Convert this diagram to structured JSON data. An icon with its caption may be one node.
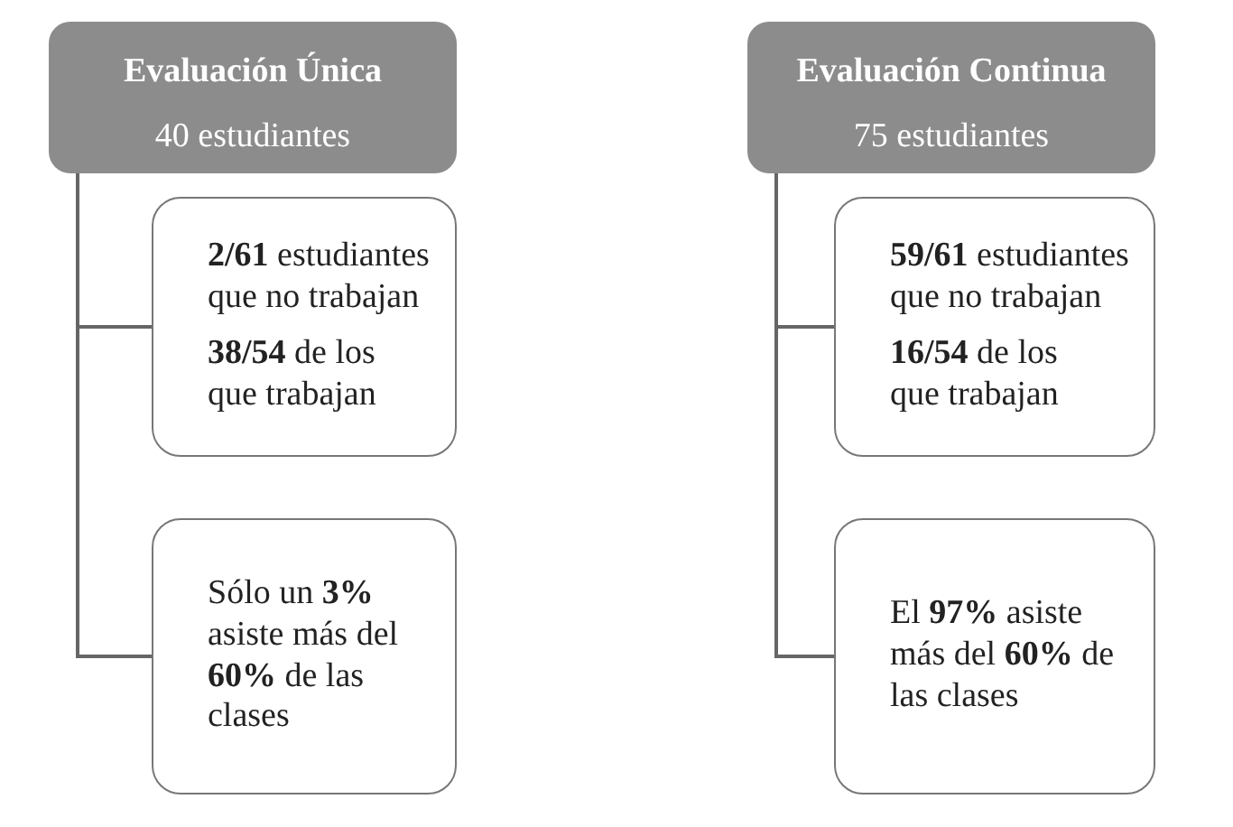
{
  "diagram": {
    "nodes": [
      {
        "text": [
          "Evaluación Única",
          "40 estudiantes"
        ]
      },
      {
        "text": [
          "**2/61** estudiantes que no trabajan",
          "**38/54** de los que trabajan"
        ]
      },
      {
        "text": [
          "Sólo un **3%** asiste más del **60%** de las clases"
        ]
      },
      {
        "text": [
          "Evaluación Continua",
          "75 estudiantes"
        ]
      },
      {
        "text": [
          "**59/61** estudiantes que no trabajan",
          "**16/54** de los que trabajan"
        ]
      },
      {
        "text": [
          "El **97%** asiste más del **60%** de las clases"
        ]
      }
    ],
    "edges": [
      {
        "from": 0,
        "to": 1,
        "arrow": "none"
      },
      {
        "from": 0,
        "to": 2,
        "arrow": "none"
      },
      {
        "from": 3,
        "to": 4,
        "arrow": "none"
      },
      {
        "from": 3,
        "to": 5,
        "arrow": "none"
      }
    ]
  }
}
